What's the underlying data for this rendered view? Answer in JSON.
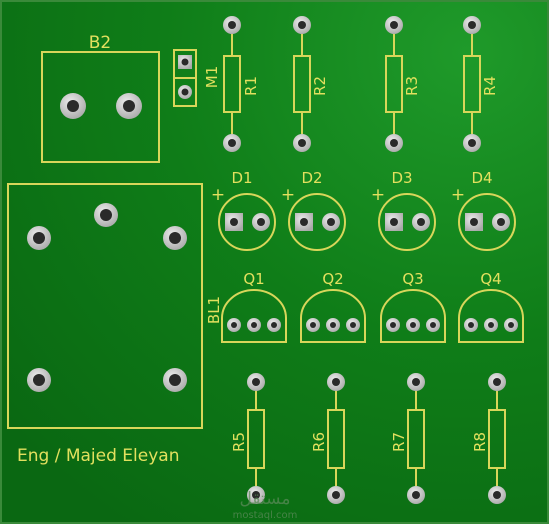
{
  "board": {
    "colors": {
      "background": "#0d7a16",
      "silkscreen": "#d8d65a",
      "pad": "#c9c9c9",
      "hole": "#2a2a2a"
    },
    "labels": {
      "b2": "B2",
      "m1": "M1",
      "r1": "R1",
      "r2": "R2",
      "r3": "R3",
      "r4": "R4",
      "d1": "D1",
      "d2": "D2",
      "d3": "D3",
      "d4": "D4",
      "plus": "+",
      "q1": "Q1",
      "q2": "Q2",
      "q3": "Q3",
      "q4": "Q4",
      "bl1": "BL1",
      "r5": "R5",
      "r6": "R6",
      "r7": "R7",
      "r8": "R8"
    },
    "credit": "Eng / Majed Eleyan",
    "watermark": {
      "arabic": "مستقل",
      "latin": "mostaql.com"
    }
  }
}
